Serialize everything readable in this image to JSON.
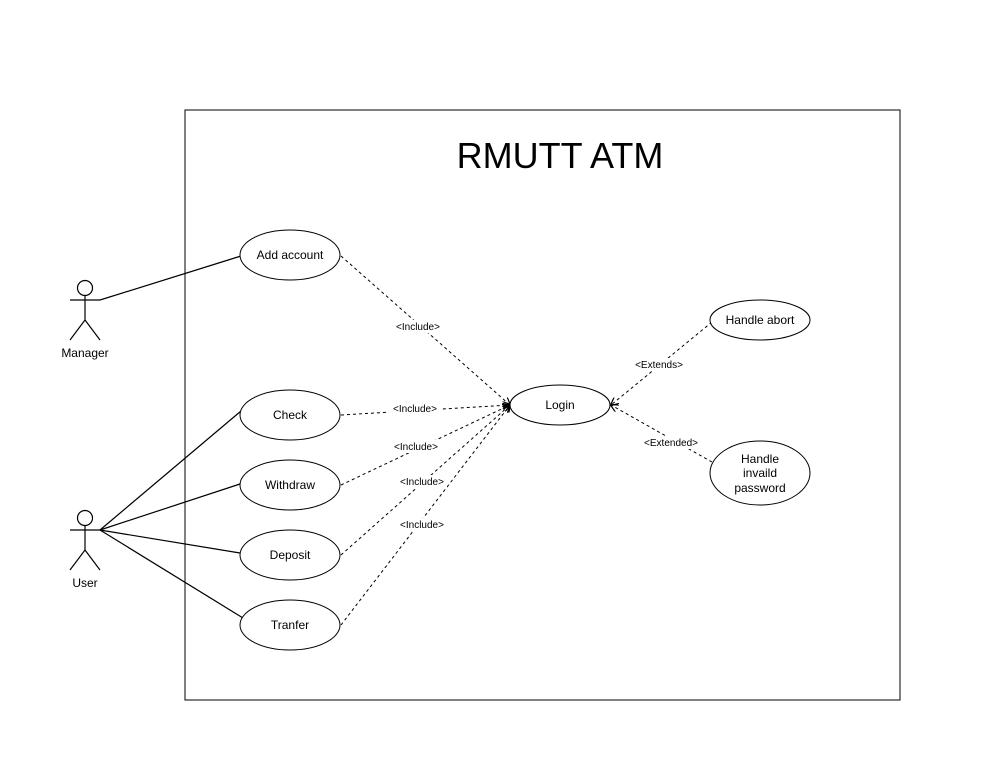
{
  "system": {
    "title": "RMUTT ATM"
  },
  "actors": {
    "manager": "Manager",
    "user": "User"
  },
  "use_cases": {
    "add_account": "Add account",
    "check": "Check",
    "withdraw": "Withdraw",
    "deposit": "Deposit",
    "tranfer": "Tranfer",
    "login": "Login",
    "handle_abort": "Handle abort",
    "handle_invalid_password": [
      "Handle",
      "invaild",
      "password"
    ]
  },
  "relations": {
    "add_account_login": "<Include>",
    "check_login": "<Include>",
    "withdraw_login": "<Include>",
    "deposit_login": "<Include>",
    "tranfer_login": "<Include>",
    "abort_login": "<Extends>",
    "invalid_login": "<Extended>"
  },
  "colors": {
    "stroke": "#000000",
    "background": "#ffffff"
  }
}
